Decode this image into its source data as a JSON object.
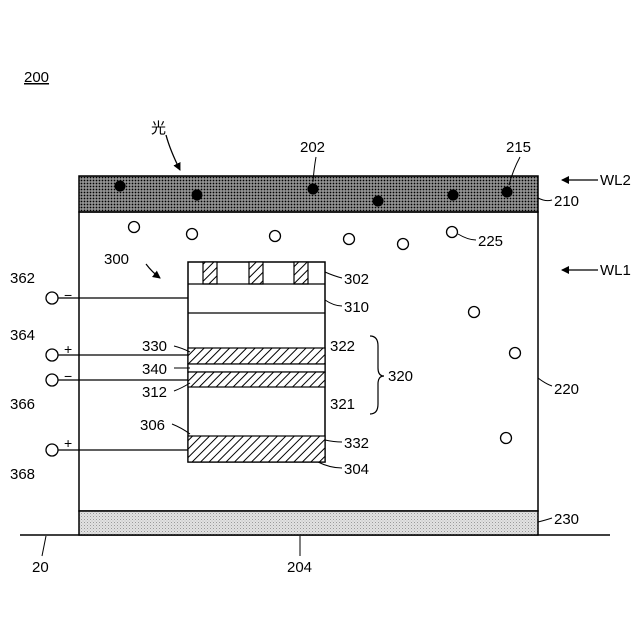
{
  "figure_label": "200",
  "labels": {
    "light": "光",
    "r202": "202",
    "r215": "215",
    "wl2": "WL2",
    "r210": "210",
    "wl1": "WL1",
    "r225": "225",
    "r300": "300",
    "r302": "302",
    "r310": "310",
    "r322": "322",
    "r320": "320",
    "r321": "321",
    "r330": "330",
    "r340": "340",
    "r312": "312",
    "r306": "306",
    "r332": "332",
    "r304": "304",
    "r220": "220",
    "r230": "230",
    "r20": "20",
    "r204": "204"
  },
  "terminals": [
    {
      "ref": "362",
      "sign": "−"
    },
    {
      "ref": "364",
      "sign": "+"
    },
    {
      "ref": "366",
      "sign": "−"
    },
    {
      "ref": "368",
      "sign": "+"
    }
  ],
  "colors": {
    "ink": "#000000",
    "paper": "#ffffff",
    "top_layer_fill": "#555555",
    "bottom_layer_fill": "#cfcfcf"
  }
}
